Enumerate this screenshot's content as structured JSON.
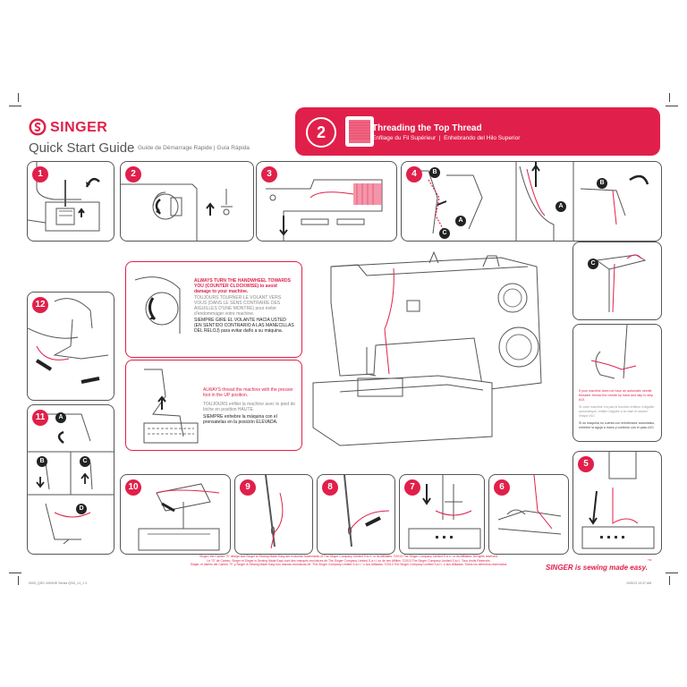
{
  "brand": {
    "name": "SINGER",
    "guide_title": "Quick Start Guide",
    "guide_subtitle": "Guide de Démarrage Rapide | Guía Rápida",
    "tagline": "SINGER is sewing made easy.",
    "trademark": "TM"
  },
  "header": {
    "step": "2",
    "title": "Threading the Top Thread",
    "subtitle": "Enfilage du Fil Supérieur  |  Enhebrando del Hilo Superior"
  },
  "steps": {
    "s1": "1",
    "s2": "2",
    "s3": "3",
    "s4": "4",
    "s5": "5",
    "s6": "6",
    "s7": "7",
    "s8": "8",
    "s9": "9",
    "s10": "10",
    "s11": "11",
    "s12": "12"
  },
  "letters": {
    "a": "A",
    "b": "B",
    "c": "C"
  },
  "handwheel_warning": {
    "en": "ALWAYS TURN THE HANDWHEEL TOWARDS YOU (COUNTER CLOCKWISE) to avoid damage to your machine.",
    "fr": "TOUJOURS TOURNER LE VOLANT VERS VOUS (DANS LE SENS CONTRAIRE DES AIGUILLES D'UNE MONTRE) pour éviter d'endommager votre machine.",
    "es": "SIEMPRE GIRE EL VOLANTE HACIA USTED (EN SENTIDO CONTRARIO A LAS MANECILLAS DEL RELOJ) para evitar daño a su máquina."
  },
  "presser_warning": {
    "en": "ALWAYS thread the machine with the presser foot in the UP position.",
    "fr": "TOUJOURS enfiler la machine avec le pied de biche en position HAUTE.",
    "es": "SIEMPRE enhebre la máquina con el prensatelas en la posición ELEVADA."
  },
  "needle_note": {
    "en": "If your machine does not have an automatic needle threader, thread the needle by hand and skip to step #10.",
    "fr": "Si votre machine n'a pas la fonction enfileur d'aiguille automatique, enfilez l'aiguille à la main et sautez l'étape #10.",
    "es": "Si su máquina no cuenta con enhebrador automático, enhebre la aguja a mano y continúe con el paso #10."
  },
  "legal": {
    "line1": "Singer, the Cameo \"S\" design and Singer is Sewing Made Easy are exclusive trademarks of The Singer Company Limited S.à.r.l. or its Affiliates. ©2013 The Singer Company Limited S.à.r.l. or its Affiliates. All rights reserved.",
    "line2": "Le \"S\" de Cameo, Singer et Singer is Sewing Made Easy sont des marques exclusives de The Singer Company Limited S.à.r.l. ou de ses Affiliés. ©2013 The Singer Company Limited S.à.r.l. Tous droits Réservés.",
    "line3": "Singer, el diseño del Cameo \"S\" y Singer is Sewing Made Easy son marcas exclusivas de \"The Singer Company Limited S.à.r.l.\" o sus Afiliadas. ©2013 The Singer Company Limited S.à.r.l. o sus Afiliadas. Todos los derechos reservados."
  },
  "print_slug": {
    "left": "0000_QSG 4400HD Series QSG_v1_1   3",
    "right": "10/5/13   10:37 AM"
  },
  "colors": {
    "accent": "#e0204a",
    "line": "#555555"
  }
}
